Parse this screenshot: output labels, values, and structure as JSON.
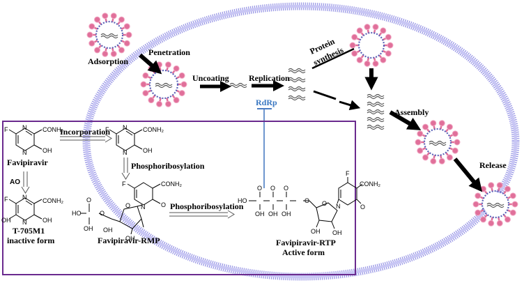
{
  "labels": {
    "adsorption": "Adsorption",
    "penetration": "Penetration",
    "uncoating": "Uncoating",
    "replication": "Replication",
    "protein_synthesis_1": "Protein",
    "protein_synthesis_2": "synthesis",
    "assembly": "Assembly",
    "release": "Release",
    "rdrp": "RdRp",
    "incorporation": "Incorporation",
    "phosphoribosylation_1": "Phosphoribosylation",
    "phosphoribosylation_2": "Phosphoribosylation",
    "ao": "AO"
  },
  "compounds": {
    "favipiravir": "Favipiravir",
    "t705m1_name": "T-705M1",
    "t705m1_form": "inactive form",
    "rmp": "Favipiravir-RMP",
    "rtp_name": "Favipiravir-RTP",
    "rtp_form": "Active form"
  },
  "atoms": {
    "conh2": "CONH₂",
    "f": "F",
    "n": "N",
    "oh": "OH",
    "o": "O",
    "ho": "HO"
  },
  "colors": {
    "cell_membrane": "#9a98e6",
    "membrane_inner": "#c8c6f4",
    "virus_spike": "#e0709a",
    "virus_spike_tip": "#f2a8c4",
    "virus_body": "#5a62b8",
    "rna": "#555555",
    "inhibition": "#4a7cc2",
    "rdrp_text": "#3a78c2",
    "box_border": "#6a2a8e",
    "arrow": "#000000"
  }
}
